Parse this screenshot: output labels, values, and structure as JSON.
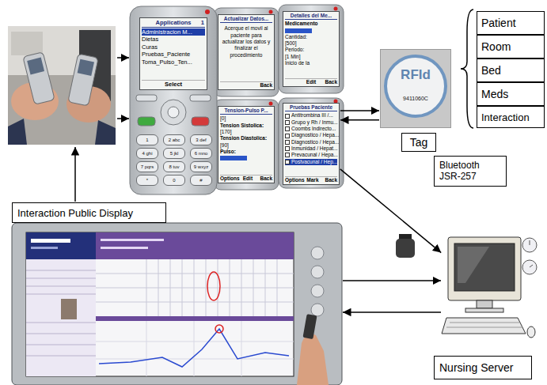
{
  "diagram": {
    "nodes": [
      {
        "text": [
          "Applications",
          "1",
          "Administracion M...",
          "Dietas",
          "Curas",
          "Pruebas_Paciente",
          "Toma_Pulso_Ten...",
          "Select"
        ]
      },
      {
        "text": [
          "Actualizar Datos...",
          "Acerque el movil al paciente para actualizar los datos y finalizar el procedimiento",
          "Back"
        ]
      },
      {
        "text": [
          "Detalles del Me...",
          "Medicamento",
          "Cantidad:",
          "[500]",
          "Periodo:",
          "[1 Min]",
          "Inicio de la",
          "Edit",
          "Back"
        ]
      },
      {
        "text": [
          "Tension-Pulso P...",
          "[0]",
          "Tension Sistolica:",
          "[170]",
          "Tension Diastolica:",
          "[90]",
          "Pulso:",
          "Options",
          "Edit",
          "Back"
        ]
      },
      {
        "text": [
          "Pruebas Paciente",
          "Antitrombina III /...",
          "Grupo y Rh / Inmu...",
          "Coombs Indirecto...",
          "Diagnostico / Hepa...",
          "Diagnostico / Hepa...",
          "Inmunidad / Hepat...",
          "Prevacunal / Hepa...",
          "Postvacunal / Hep...",
          "Options",
          "Mark",
          "Back"
        ]
      },
      {
        "text": [
          "RFId",
          "9411060C"
        ]
      },
      {
        "text": [
          "Tag"
        ]
      },
      {
        "text": [
          "Patient"
        ]
      },
      {
        "text": [
          "Room"
        ]
      },
      {
        "text": [
          "Bed"
        ]
      },
      {
        "text": [
          "Meds"
        ]
      },
      {
        "text": [
          "Interaction"
        ]
      },
      {
        "text": [
          "Bluetooth JSR-257"
        ]
      },
      {
        "text": [
          "Interaction Public Display"
        ]
      },
      {
        "text": [
          "Nursing Server"
        ]
      }
    ],
    "edges": [
      {
        "from": 4,
        "to": 5,
        "arrow": "to"
      },
      {
        "from": 5,
        "to": 4,
        "arrow": "to"
      },
      {
        "from": 4,
        "to": 14,
        "arrow": "to"
      },
      {
        "from": 13,
        "to": 14,
        "arrow": "to"
      },
      {
        "from": 14,
        "to": 13,
        "arrow": "to"
      }
    ],
    "labels": [
      "1",
      "2 abc",
      "3 def",
      "4 ghi",
      "5 jkl",
      "6 mno",
      "7 pqrs",
      "8 tuv",
      "9 wxyz",
      "*",
      "0",
      "#"
    ]
  }
}
